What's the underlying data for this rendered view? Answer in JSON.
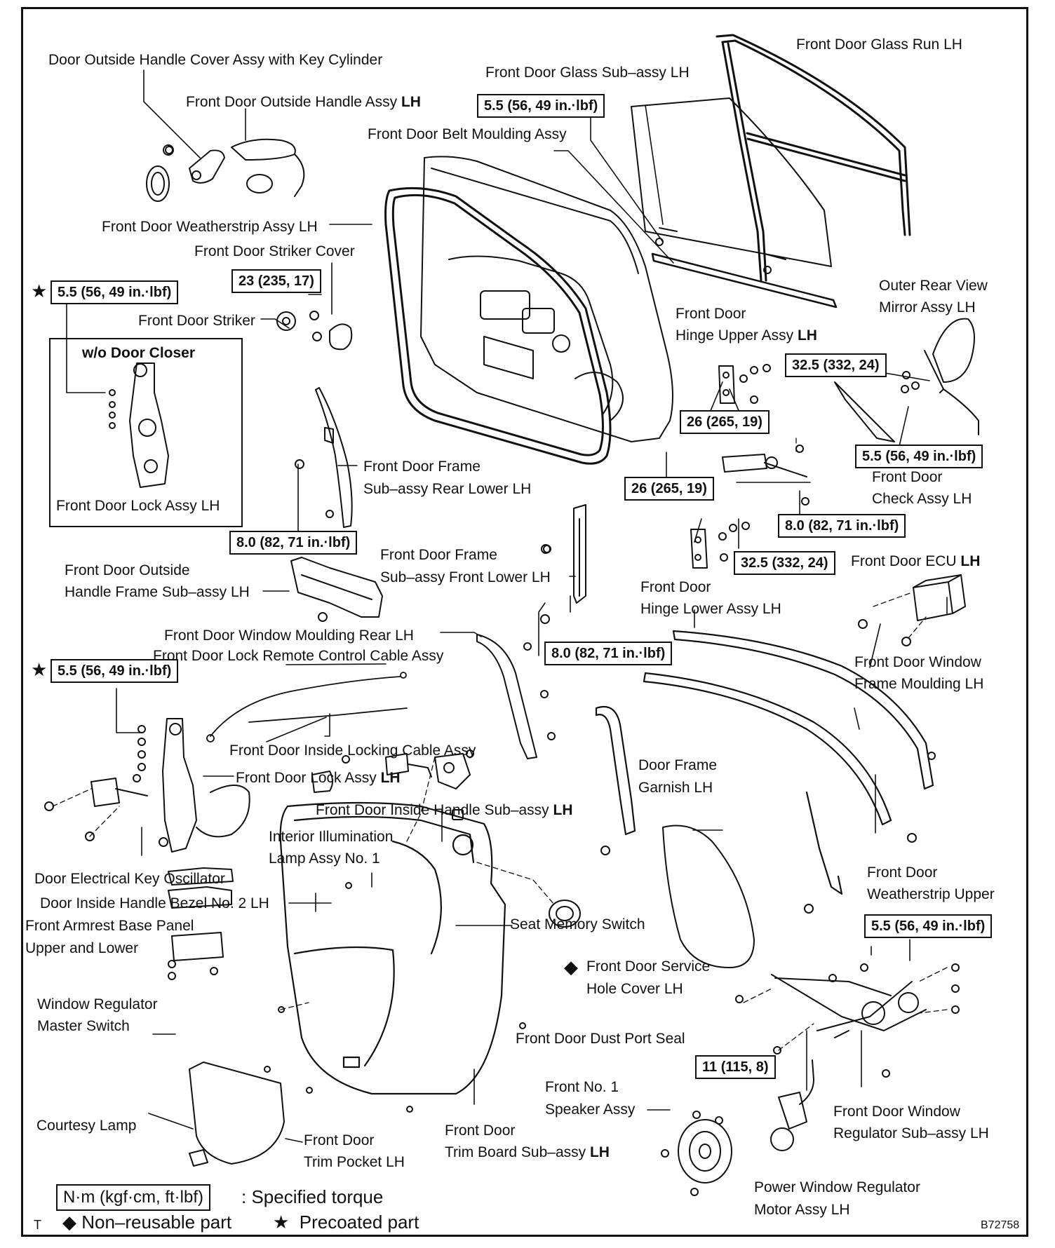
{
  "labels": {
    "outside_cover": "Door Outside Handle Cover Assy with Key Cylinder",
    "outside_handle": "Front Door Outside Handle Assy",
    "glass_subassy": "Front Door Glass Sub–assy",
    "glass_run": "Front Door Glass Run LH",
    "belt_moulding": "Front Door Belt Moulding Assy",
    "weatherstrip": "Front Door Weatherstrip Assy LH",
    "striker_cover": "Front Door Striker Cover",
    "striker": "Front Door Striker",
    "wo_closer": "w/o Door Closer",
    "lock_assy_top": "Front Door Lock Assy LH",
    "frame_rear_1": "Front Door Frame",
    "frame_rear_2": "Sub–assy Rear Lower LH",
    "frame_front_1": "Front Door Frame",
    "frame_front_2": "Sub–assy Front Lower LH",
    "handle_frame_1": "Front Door Outside",
    "handle_frame_2": "Handle Frame Sub–assy LH",
    "window_moulding_rear": "Front Door Window Moulding Rear LH",
    "remote_cable": "Front Door Lock Remote Control Cable Assy",
    "locking_cable": "Front Door Inside Locking Cable Assy",
    "lock_assy": "Front Door Lock Assy",
    "key_oscillator": "Door Electrical Key Oscillator",
    "inside_handle": "Front Door Inside Handle Sub–assy",
    "illum_1": "Interior Illumination",
    "illum_2": "Lamp Assy No. 1",
    "bezel": "Door Inside Handle Bezel No. 2 LH",
    "seat_memory": "Seat Memory Switch",
    "armrest_1": "Front Armrest Base  Panel",
    "armrest_2": "Upper and Lower",
    "master_1": "Window Regulator",
    "master_2": "Master Switch",
    "service_hole_1": "Front Door Service",
    "service_hole_2": "Hole Cover LH",
    "dust_seal": "Front Door Dust Port Seal",
    "courtesy": "Courtesy Lamp",
    "trim_pocket_1": "Front Door",
    "trim_pocket_2": "Trim Pocket LH",
    "trim_board_1": "Front Door",
    "trim_board_2": "Trim Board Sub–assy",
    "speaker_1": "Front No. 1",
    "speaker_2": "Speaker Assy",
    "motor_1": "Power Window Regulator",
    "motor_2": "Motor Assy LH",
    "regulator_1": "Front Door Window",
    "regulator_2": "Regulator Sub–assy LH",
    "weather_upper_1": "Front Door",
    "weather_upper_2": "Weatherstrip Upper",
    "garnish_1": "Door Frame",
    "garnish_2": "Garnish LH",
    "frame_moulding_1": "Front Door Window",
    "frame_moulding_2": "Frame Moulding LH",
    "ecu": "Front Door ECU",
    "hinge_lower_1": "Front Door",
    "hinge_lower_2": "Hinge Lower Assy LH",
    "check_1": "Front Door",
    "check_2": "Check Assy LH",
    "hinge_upper_1": "Front Door",
    "hinge_upper_2": "Hinge Upper Assy",
    "mirror_1": "Outer Rear View",
    "mirror_2": "Mirror Assy LH",
    "lh": "LH"
  },
  "torques": {
    "glass": "5.5 (56, 49 in.·lbf)",
    "striker": "23 (235, 17)",
    "lock_top": "5.5 (56, 49 in.·lbf)",
    "frame_rear": "8.0 (82, 71 in.·lbf)",
    "lock_lower": "5.5 (56, 49 in.·lbf)",
    "frame_front": "8.0 (82, 71 in.·lbf)",
    "hinge_upper_bolt": "32.5 (332, 24)",
    "hinge_upper_nut": "26 (265, 19)",
    "mirror": "5.5 (56, 49 in.·lbf)",
    "hinge_lower_nut": "26 (265, 19)",
    "check": "8.0 (82, 71 in.·lbf)",
    "hinge_lower_bolt": "32.5 (332, 24)",
    "regulator": "5.5 (56, 49 in.·lbf)",
    "regulator_bolt": "11 (115, 8)"
  },
  "legend": {
    "unit_box": "N·m (kgf·cm, ft·lbf)",
    "specified": ": Specified torque",
    "nonreusable": "Non–reusable part",
    "precoated": "Precoated part",
    "diamond": "◆",
    "star": "★"
  },
  "corner_t": "T",
  "figure_id": "B72758"
}
